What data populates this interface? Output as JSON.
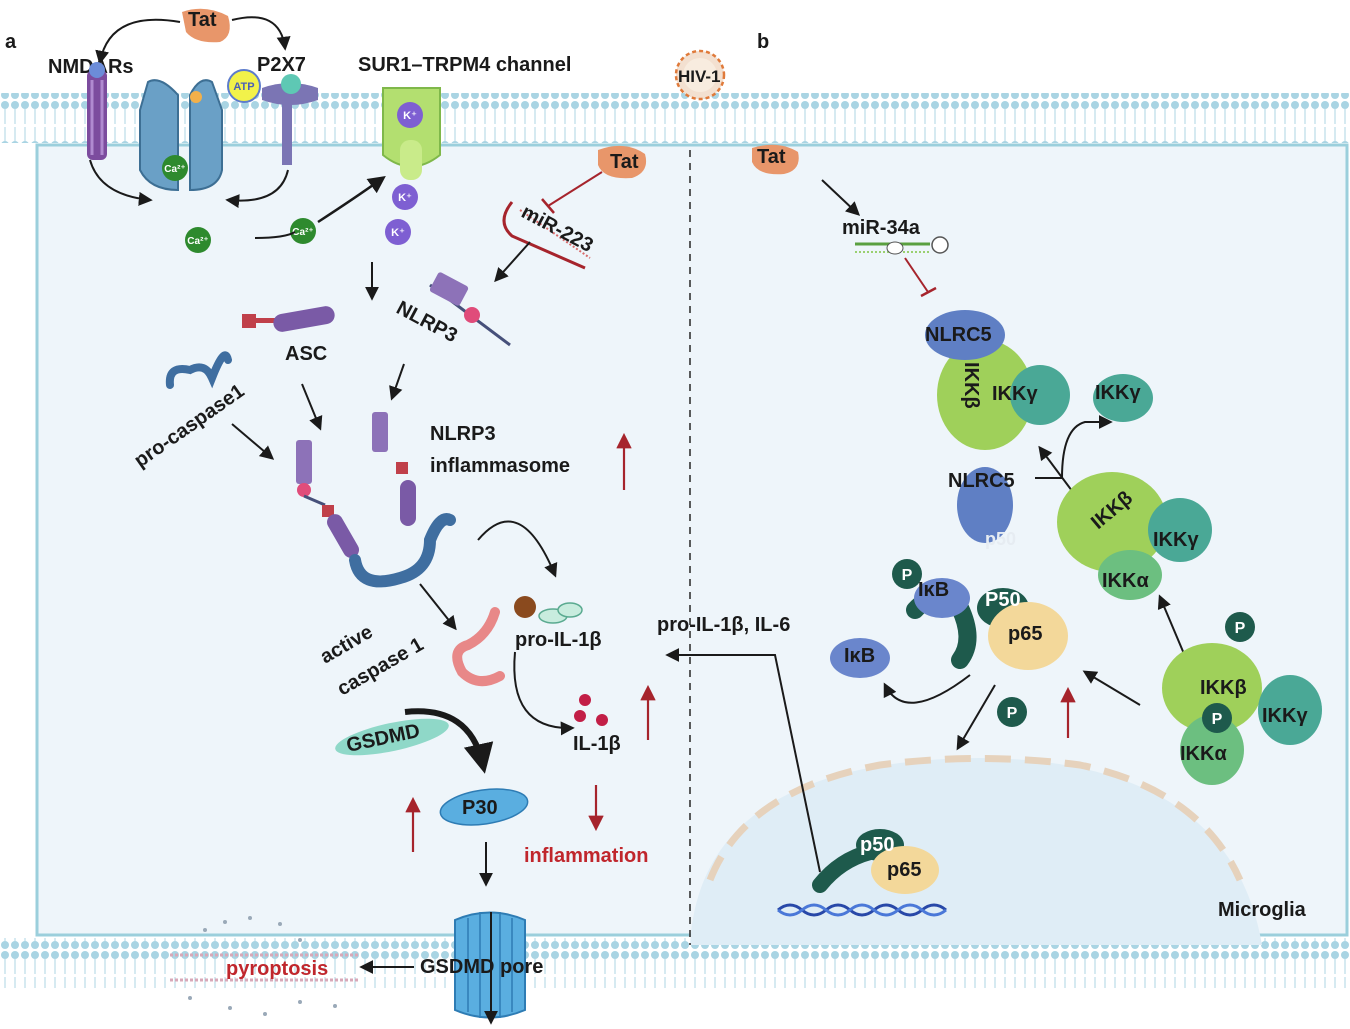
{
  "panels": {
    "a": "a",
    "b": "b"
  },
  "colors": {
    "cytoplasm": "#eef5fa",
    "membrane": "#a9d4e3",
    "nucleus": "#dfedf6",
    "arrow": "#1a1a1a",
    "up_arrow": "#a6242c",
    "label_red": "#c0262c",
    "nlrc5": "#5f7fc4",
    "ikk_green": "#9fd05a",
    "ikk_teal": "#4aa896",
    "ikb": "#6a86cc",
    "p50": "#1e5a4c",
    "p65": "#f3d89a",
    "phospho": "#1e5a4c",
    "asc": "#7a5aa6",
    "caspase": "#3f6ea0",
    "gsdmd": "#8fd8c8",
    "p30": "#5aaee0",
    "potassium": "#7e5fd2",
    "calcium": "#2e8a2e",
    "atp": "#f2f24a"
  },
  "labels_a": {
    "tat_top": "Tat",
    "nmdars": "NMDARs",
    "p2x7": "P2X7",
    "atp": "ATP",
    "channel": "SUR1–TRPM4 channel",
    "hiv": "HIV-1",
    "potassium": "K⁺",
    "calcium": "Ca²⁺",
    "tat_mid": "Tat",
    "mir223": "miR-223",
    "nlrp3": "NLRP3",
    "asc": "ASC",
    "pro_caspase1": "pro-caspase1",
    "inflammasome_line1": "NLRP3",
    "inflammasome_line2": "inflammasome",
    "active_line1": "active",
    "active_line2": "caspase 1",
    "pro_il1b": "pro-IL-1β",
    "il1b": "IL-1β",
    "gsdmd": "GSDMD",
    "p30": "P30",
    "inflammation": "inflammation",
    "pyroptosis": "pyroptosis",
    "gsdmd_pore": "GSDMD pore"
  },
  "labels_b": {
    "tat": "Tat",
    "mir34a": "miR-34a",
    "nlrc5_top": "NLRC5",
    "ikkb_top": "IKKβ",
    "ikkg_top": "IKKγ",
    "ikkg_free": "IKKγ",
    "nlrc5_free": "NLRC5",
    "p50_faint": "p50",
    "ikkb_mid": "IKKβ",
    "ikkg_mid": "IKKγ",
    "ikka_mid": "IKKα",
    "p": "P",
    "ikb": "IκB",
    "p50": "P50",
    "p65": "p65",
    "ikb_free": "IκB",
    "cytokines": "pro-IL-1β, IL-6",
    "ikkb_low": "IKKβ",
    "ikkg_low": "IKKγ",
    "ikka_low": "IKKα",
    "p50_nuc": "p50",
    "p65_nuc": "p65",
    "microglia": "Microglia"
  }
}
